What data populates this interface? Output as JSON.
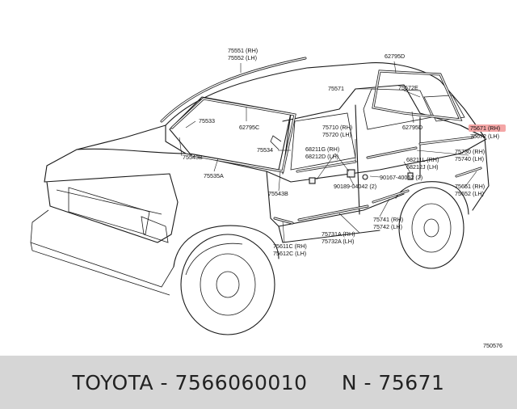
{
  "diagram": {
    "labels": {
      "roof_rh": "75551 (RH)",
      "roof_lh": "75552 (LH)",
      "clip_top": "62795D",
      "rear_win_mould": "75571",
      "rear_win_mould_e": "75572E",
      "windshield": "75533",
      "clip_c": "62795C",
      "pillar_b": "75543B",
      "pillar_a": "75534",
      "cowl": "75535A",
      "pillar_b2": "75543B",
      "clip_d2": "62795D",
      "belt_front_rh": "75710 (RH)",
      "belt_front_lh": "75720 (LH)",
      "clip_g_rh": "68211G (RH)",
      "clip_d_lh": "68212D (LH)",
      "clip_9016": "90167-40052 (2)",
      "clip_9018": "90189-04042 (2)",
      "clip_l_rh": "68211L (RH)",
      "clip_j_lh": "68212J (LH)",
      "quarter_rh": "75671 (RH)",
      "quarter_lh": "75672 (LH)",
      "belt_rear_rh": "75730 (RH)",
      "belt_rear_lh": "75740 (LH)",
      "fender_rear_rh": "75651 (RH)",
      "fender_rear_lh": "75652 (LH)",
      "door_rear_rh": "75741 (RH)",
      "door_rear_lh": "75742 (LH)",
      "door_front_rh": "75731A (RH)",
      "door_front_lh": "75732A (LH)",
      "fender_front_rh": "75611C (RH)",
      "fender_front_lh": "75612C (LH)",
      "figure_no": "750576"
    },
    "highlight_color": "#f4a6a6"
  },
  "footer": {
    "text": "TOYOTA - 7566060010     N - 75671"
  }
}
